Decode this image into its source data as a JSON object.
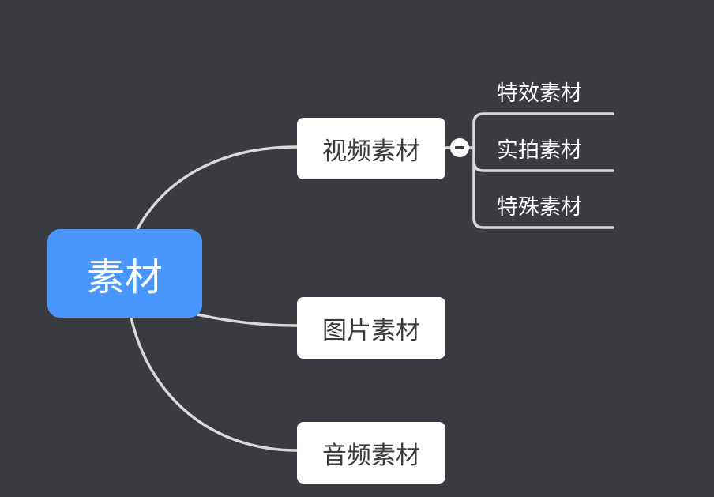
{
  "mind_map": {
    "background_color": "#393b40",
    "connector_color": "#d9d9d9",
    "root": {
      "label": "素材",
      "color": "#4896fe"
    },
    "branches": [
      {
        "label": "视频素材",
        "expanded": true,
        "toggle_icon": "collapse-minus-icon",
        "children": [
          "特效素材",
          "实拍素材",
          "特殊素材"
        ]
      },
      {
        "label": "图片素材",
        "children": []
      },
      {
        "label": "音频素材",
        "children": []
      }
    ]
  }
}
